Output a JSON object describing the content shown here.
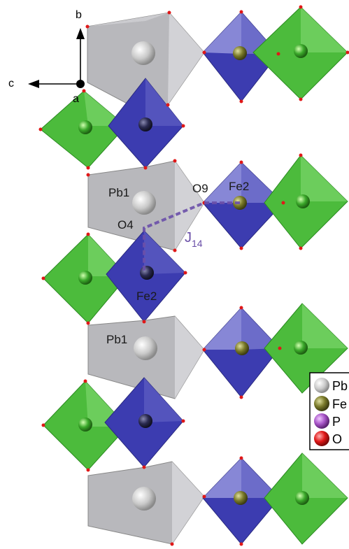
{
  "axes": {
    "b": "b",
    "c": "c",
    "a": "a"
  },
  "atom_labels": {
    "pb1_top": "Pb1",
    "o9": "O9",
    "fe2_right": "Fe2",
    "o4": "O4",
    "fe2_lower": "Fe2",
    "pb1_mid": "Pb1"
  },
  "exchange": {
    "symbol": "J",
    "subscript": "14"
  },
  "legend": [
    {
      "label": "Pb",
      "color": "#c9c9c9",
      "icon": "pb-atom-icon"
    },
    {
      "label": "Fe",
      "color": "#6b6b1e",
      "icon": "fe-atom-icon"
    },
    {
      "label": "P",
      "color": "#a855c8",
      "icon": "p-atom-icon"
    },
    {
      "label": "O",
      "color": "#e01818",
      "icon": "o-atom-icon"
    }
  ],
  "colors": {
    "pb_polyhedron": "#b8b8bc",
    "fe_octahedron": "#3c3cb0",
    "p_tetrahedron": "#4cbb3c",
    "exchange_path": "#6a4fa8"
  }
}
